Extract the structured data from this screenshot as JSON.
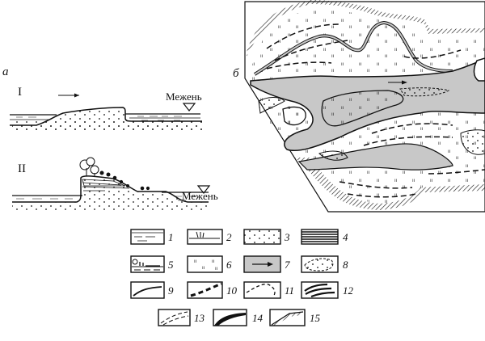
{
  "panel_a": {
    "label": "а",
    "profile_1": {
      "label": "I",
      "water_level_label": "Межень"
    },
    "profile_2": {
      "label": "II",
      "water_level_label": "Межень"
    }
  },
  "panel_b": {
    "label": "б"
  },
  "legend": {
    "items": [
      {
        "number": "1",
        "pattern": "water"
      },
      {
        "number": "2",
        "pattern": "vegetation-on-surface"
      },
      {
        "number": "3",
        "pattern": "sand-dots"
      },
      {
        "number": "4",
        "pattern": "horizontal-layers"
      },
      {
        "number": "5",
        "pattern": "forested-bank"
      },
      {
        "number": "6",
        "pattern": "meadow-marks"
      },
      {
        "number": "7",
        "pattern": "channel-flow-arrow"
      },
      {
        "number": "8",
        "pattern": "sandbar"
      },
      {
        "number": "9",
        "pattern": "ridge-line"
      },
      {
        "number": "10",
        "pattern": "dashed-bold-line"
      },
      {
        "number": "11",
        "pattern": "dashed-contour"
      },
      {
        "number": "12",
        "pattern": "parallel-arcs"
      },
      {
        "number": "13",
        "pattern": "double-dashed-lines"
      },
      {
        "number": "14",
        "pattern": "thick-bank-line"
      },
      {
        "number": "15",
        "pattern": "hatched-bank"
      }
    ]
  },
  "colors": {
    "channel": "#c8c8c8",
    "ink": "#111111"
  }
}
